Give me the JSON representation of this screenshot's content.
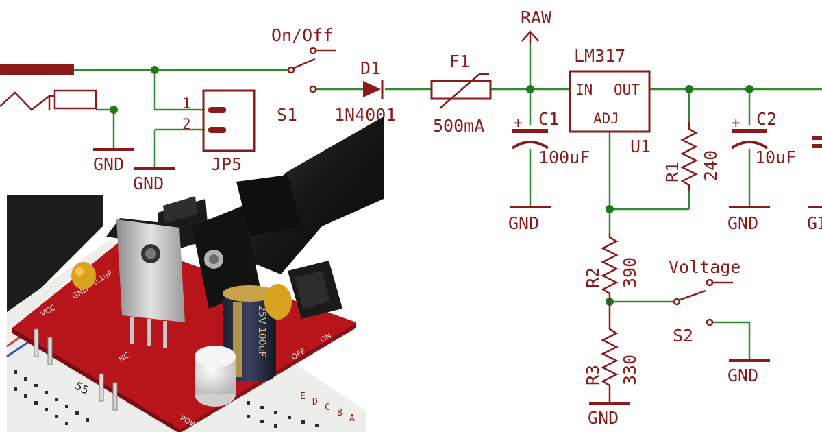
{
  "schematic": {
    "labels": {
      "on_off": "On/Off",
      "raw": "RAW",
      "d1": "D1",
      "diode_part": "1N4001",
      "f1": "F1",
      "fuse_value": "500mA",
      "s1": "S1",
      "regulator": "LM317",
      "pin_in": "IN",
      "pin_out": "OUT",
      "pin_adj": "ADJ",
      "u1": "U1",
      "c1": "C1",
      "c1_value": "100uF",
      "c2": "C2",
      "c2_value": "10uF",
      "r1": "R1",
      "r1_value": "240",
      "r2": "R2",
      "r2_value": "390",
      "r3": "R3",
      "r3_value": "330",
      "voltage": "Voltage",
      "s2": "S2",
      "jp5": "JP5",
      "jp_pin1": "1",
      "jp_pin2": "2",
      "gnd": "GND",
      "gnd_partial": "GI",
      "plus": "+"
    },
    "colors": {
      "wire": "#2e8b2e",
      "component": "#8b1a1a",
      "junction": "#1f7a1f",
      "pcb": "#b8141c",
      "background": "#ffffff"
    }
  },
  "photo": {
    "board_labels": {
      "vcc": "VCC",
      "gnd": "GND",
      "cap": "0.1uF",
      "nc": "NC",
      "on": "ON",
      "off": "OFF",
      "power": "POWER",
      "cap_marking": "25V 100uF"
    },
    "breadboard_row_number": "55",
    "breadboard_column_letters": [
      "E",
      "D",
      "C",
      "B",
      "A"
    ]
  }
}
